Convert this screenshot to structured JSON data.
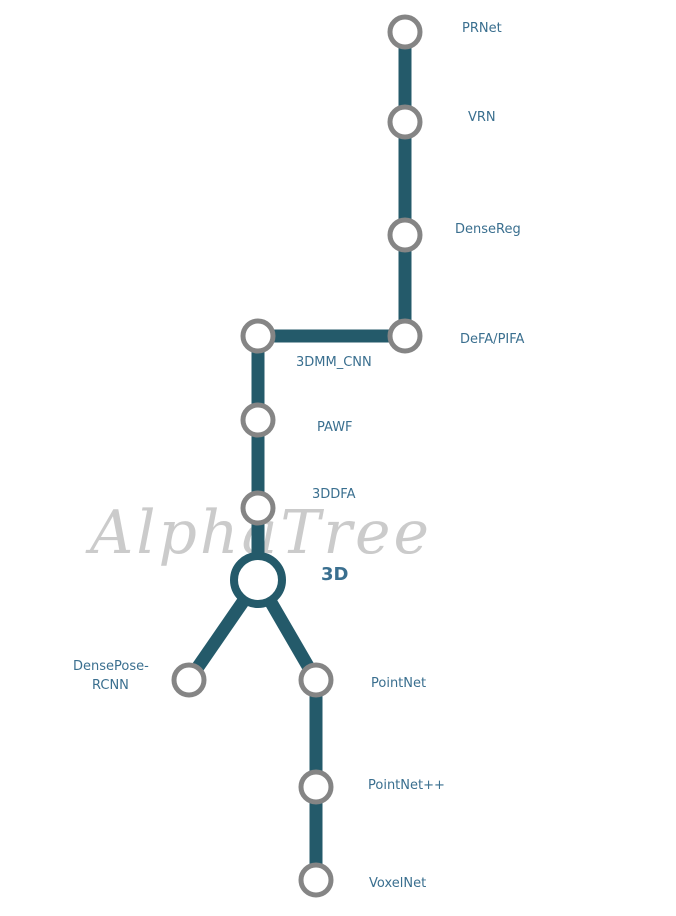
{
  "watermark": "AlphaTree",
  "colors": {
    "edge": "#245a6a",
    "node_ring": "#858585",
    "label": "#3a6f8f",
    "watermark": "#c6c6c6"
  },
  "root": {
    "label": "3D"
  },
  "nodes": {
    "prnet": {
      "label": "PRNet"
    },
    "vrn": {
      "label": "VRN"
    },
    "densereg": {
      "label": "DenseReg"
    },
    "defa_pifa": {
      "label": "DeFA/PIFA"
    },
    "3dmm_cnn": {
      "label": "3DMM_CNN"
    },
    "pawf": {
      "label": "PAWF"
    },
    "3ddfa": {
      "label": "3DDFA"
    },
    "densepose_rcnn": {
      "label_line1": "DensePose-",
      "label_line2": "RCNN"
    },
    "pointnet": {
      "label": "PointNet"
    },
    "pointnet_pp": {
      "label": "PointNet++"
    },
    "voxelnet": {
      "label": "VoxelNet"
    }
  }
}
